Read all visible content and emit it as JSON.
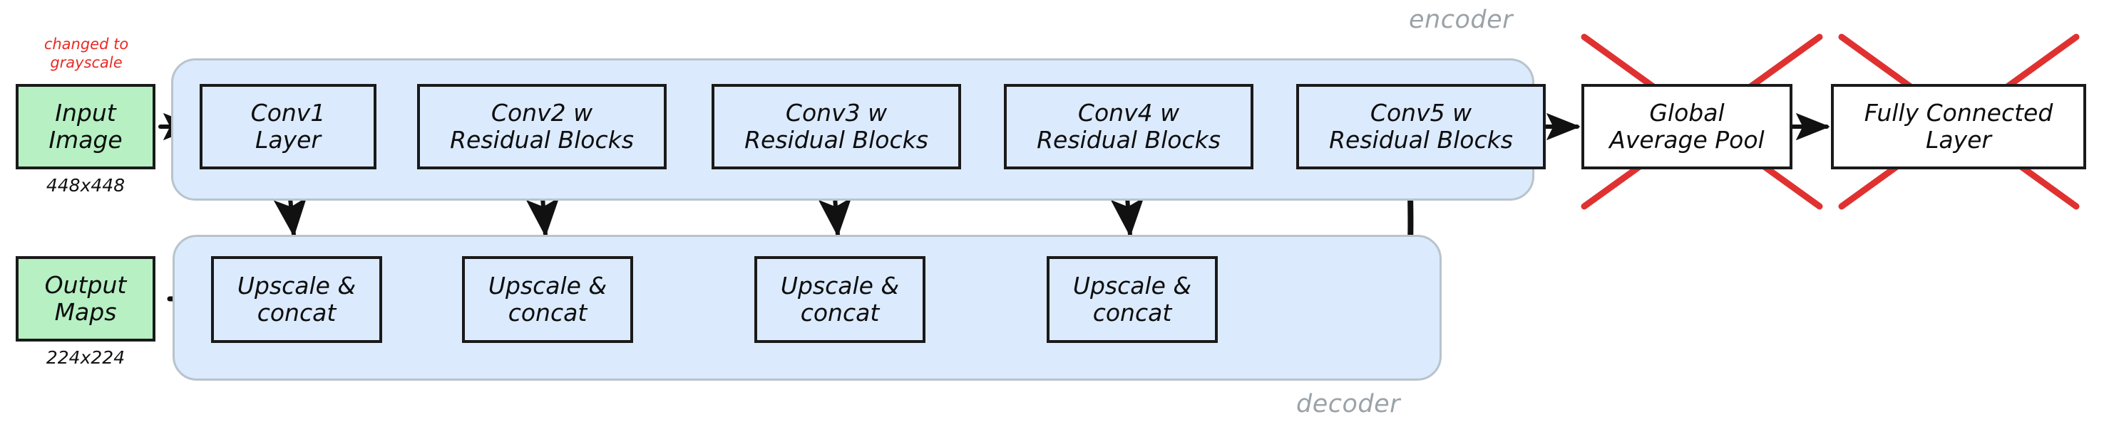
{
  "diagram": {
    "title": "Encoder-decoder CNN architecture diagram",
    "colors": {
      "group_fill": "#dbeafc",
      "group_stroke": "#b8c4cc",
      "node_stroke": "#1a1a1a",
      "green_fill": "#b6f0c3",
      "white_fill": "#ffffff",
      "annotation_red": "#ea2a24",
      "group_label_gray": "#9aa3a8",
      "strike_red": "#e03131"
    },
    "groups": [
      {
        "id": "encoder",
        "label": "encoder",
        "label_position": "top-right"
      },
      {
        "id": "decoder",
        "label": "decoder",
        "label_position": "bottom-right"
      }
    ],
    "io_nodes": [
      {
        "id": "input-image",
        "label": "Input\nImage",
        "caption": "448x448",
        "fill": "green"
      },
      {
        "id": "output-maps",
        "label": "Output\nMaps",
        "caption": "224x224",
        "fill": "green"
      }
    ],
    "encoder_nodes": [
      {
        "id": "conv1",
        "label": "Conv1\nLayer"
      },
      {
        "id": "conv2",
        "label": "Conv2 w\nResidual Blocks"
      },
      {
        "id": "conv3",
        "label": "Conv3 w\nResidual Blocks"
      },
      {
        "id": "conv4",
        "label": "Conv4 w\nResidual Blocks"
      },
      {
        "id": "conv5",
        "label": "Conv5 w\nResidual Blocks"
      }
    ],
    "decoder_nodes": [
      {
        "id": "up1",
        "label": "Upscale &\nconcat"
      },
      {
        "id": "up2",
        "label": "Upscale &\nconcat"
      },
      {
        "id": "up3",
        "label": "Upscale &\nconcat"
      },
      {
        "id": "up4",
        "label": "Upscale &\nconcat"
      }
    ],
    "removed_nodes": [
      {
        "id": "global-average-pool",
        "label": "Global\nAverage Pool",
        "struck_out": true
      },
      {
        "id": "fully-connected-layer",
        "label": "Fully Connected\nLayer",
        "struck_out": true
      }
    ],
    "annotations": [
      {
        "id": "grayscale-note",
        "text": "changed to\ngrayscale",
        "color": "#ea2a24"
      }
    ]
  }
}
